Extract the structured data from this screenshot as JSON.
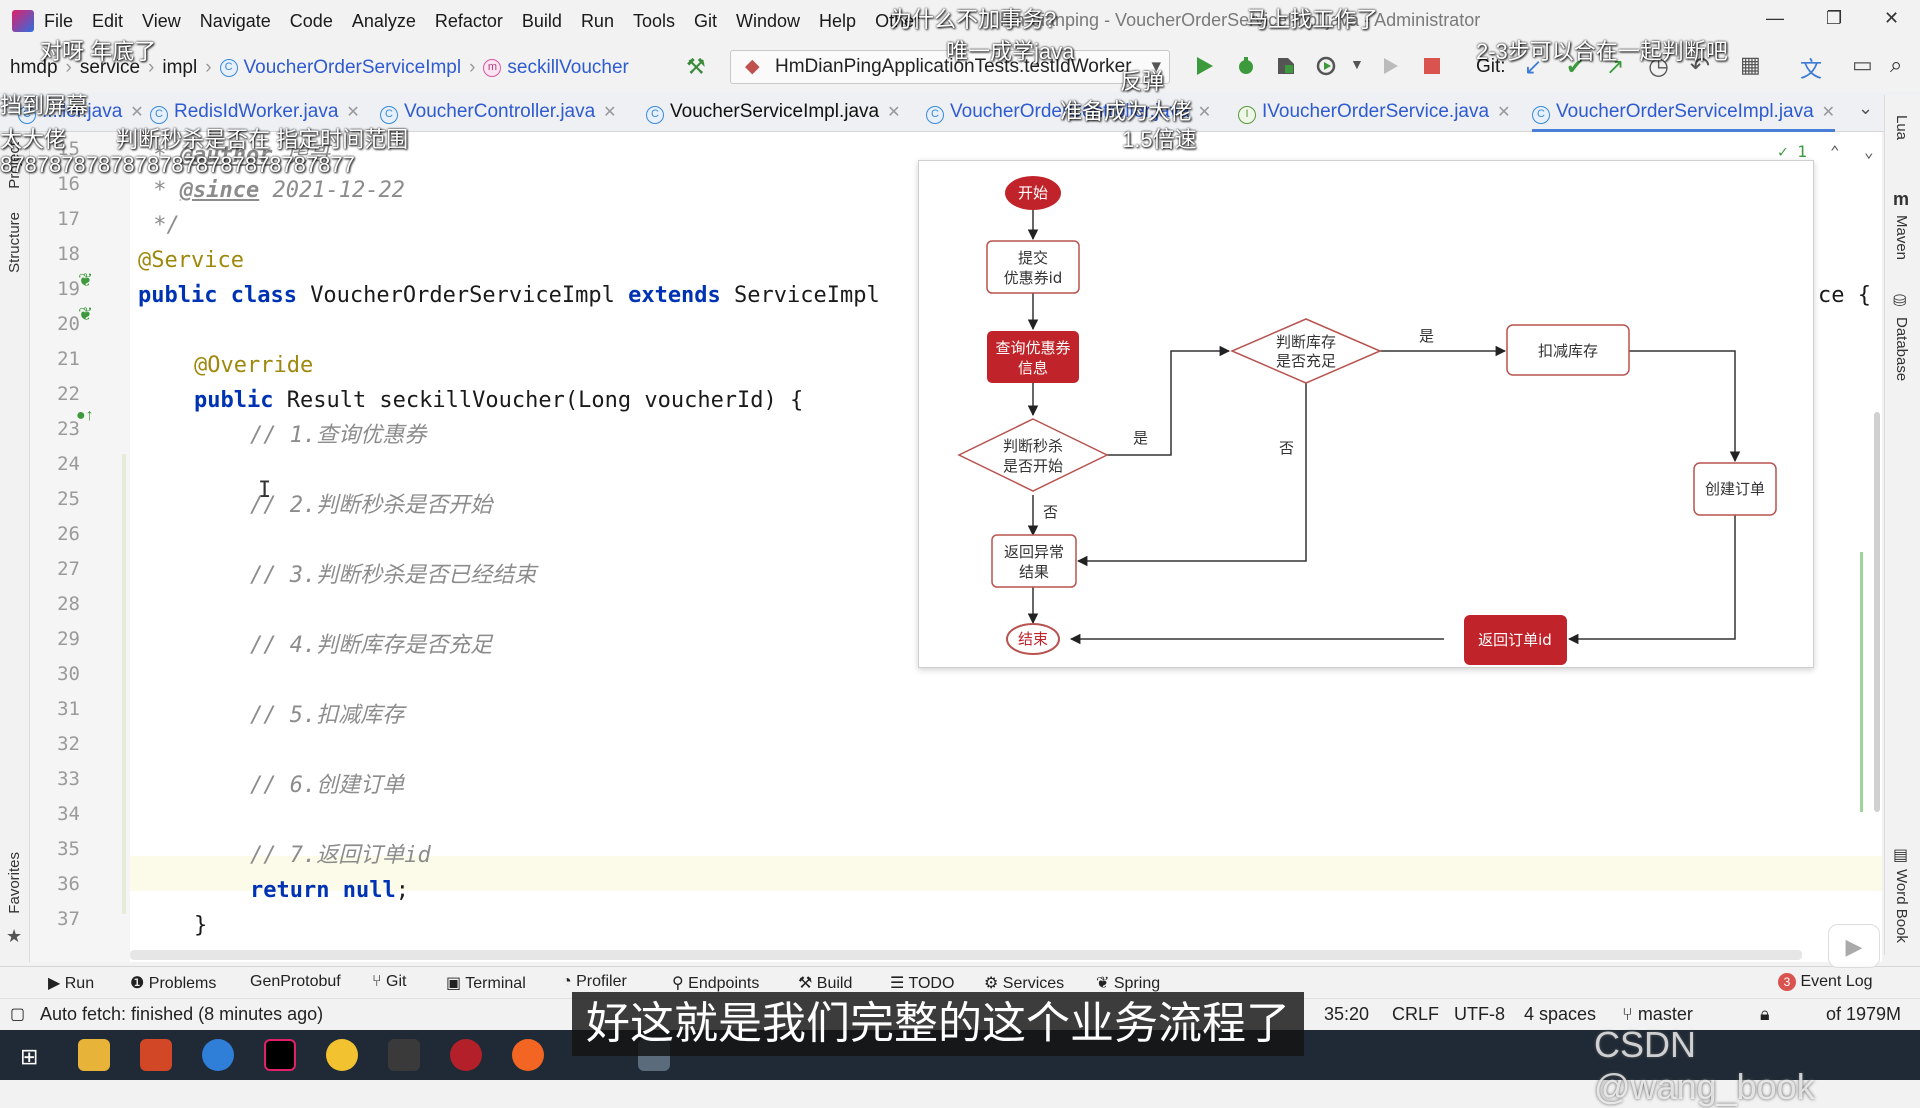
{
  "menu": {
    "items": [
      "File",
      "Edit",
      "View",
      "Navigate",
      "Code",
      "Analyze",
      "Refactor",
      "Build",
      "Run",
      "Tools",
      "Git",
      "Window",
      "Help",
      "Other"
    ],
    "window_title": "hm-dianping - VoucherOrderServiceImpl.java - Administrator"
  },
  "breadcrumb": {
    "items": [
      "hmdp",
      "service",
      "impl",
      "VoucherOrderServiceImpl",
      "seckillVoucher"
    ]
  },
  "run_config": {
    "label": "HmDianPingApplicationTests.testIdWorker",
    "git_label": "Git:"
  },
  "tabs": [
    {
      "label": "...ller.java"
    },
    {
      "label": "RedisIdWorker.java"
    },
    {
      "label": "VoucherController.java"
    },
    {
      "label": "VoucherServiceImpl.java"
    },
    {
      "label": "VoucherOrderController.java"
    },
    {
      "label": "IVoucherOrderService.java"
    },
    {
      "label": "VoucherOrderServiceImpl.java"
    }
  ],
  "inspection": "✓ 1",
  "left_panels": [
    "Project",
    "Structure",
    "Favorites"
  ],
  "right_panels": [
    "Lua",
    "Maven",
    "Database",
    "Word Book"
  ],
  "code": {
    "line_numbers": [
      "15",
      "16",
      "17",
      "18",
      "19",
      "20",
      "21",
      "22",
      "23",
      "24",
      "25",
      "26",
      "27",
      "28",
      "29",
      "30",
      "31",
      "32",
      "33",
      "34",
      "35",
      "36",
      "37"
    ],
    "l15_a": " * ",
    "l15_b": "@author",
    "l15_c": " 虎哥",
    "l16_a": " * ",
    "l16_b": "@since",
    "l16_c": " 2021-12-22",
    "l17": " */",
    "l18": "@Service",
    "l19_kw1": "public class ",
    "l19_name": "VoucherOrderServiceImpl ",
    "l19_kw2": "extends ",
    "l19_rest": "ServiceImpl",
    "l19_tail": "ce {",
    "l21": "@Override",
    "l22_kw": "public ",
    "l22_rest": "Result seckillVoucher(Long voucherId) {",
    "l23": "// 1.查询优惠券",
    "l25": "// 2.判断秒杀是否开始",
    "l27": "// 3.判断秒杀是否已经结束",
    "l29": "// 4.判断库存是否充足",
    "l31": "// 5.扣减库存",
    "l33": "// 6.创建订单",
    "l35": "// 7.返回订单id",
    "l36_kw": "return null",
    "l36_rest": ";",
    "l37": "}"
  },
  "flowchart": {
    "start": "开始",
    "submit_l1": "提交",
    "submit_l2": "优惠券id",
    "query_l1": "查询优惠券",
    "query_l2": "信息",
    "judge_start_l1": "判断秒杀",
    "judge_start_l2": "是否开始",
    "judge_stock_l1": "判断库存",
    "judge_stock_l2": "是否充足",
    "deduct": "扣减库存",
    "create": "创建订单",
    "error_l1": "返回异常",
    "error_l2": "结果",
    "return_id": "返回订单id",
    "end": "结束",
    "yes1": "是",
    "yes2": "是",
    "no1": "否",
    "no2": "否"
  },
  "bottom_tools": [
    "Run",
    "Problems",
    "GenProtobuf",
    "Git",
    "Terminal",
    "Profiler",
    "Endpoints",
    "Build",
    "TODO",
    "Services",
    "Spring",
    "Event Log"
  ],
  "event_log_count": "3",
  "status": {
    "message": "Auto fetch: finished (8 minutes ago)",
    "position": "35:20",
    "line_sep": "CRLF",
    "encoding": "UTF-8",
    "indent": "4 spaces",
    "branch": "master",
    "memory": "of 1979M"
  },
  "overlays": {
    "subtitle": "好这就是我们完整的这个业务流程了",
    "watermark": "CSDN @wang_book",
    "danmaku": [
      "对呀 年底了",
      "为什么不加事务?",
      "马上找工作了",
      "唯一成学java",
      "2-3步可以合在一起判断吧",
      "挡到屏幕",
      "反弹",
      "准备成为大佬",
      "1.5倍速",
      "太大佬",
      "判断秒杀是否在 指定时间范围",
      "87878787878787878787878787877"
    ]
  },
  "colors": {
    "accent": "#2f5bd1",
    "keyword": "#0033b3",
    "annotation": "#9e880d",
    "flow_red": "#c0242a"
  }
}
